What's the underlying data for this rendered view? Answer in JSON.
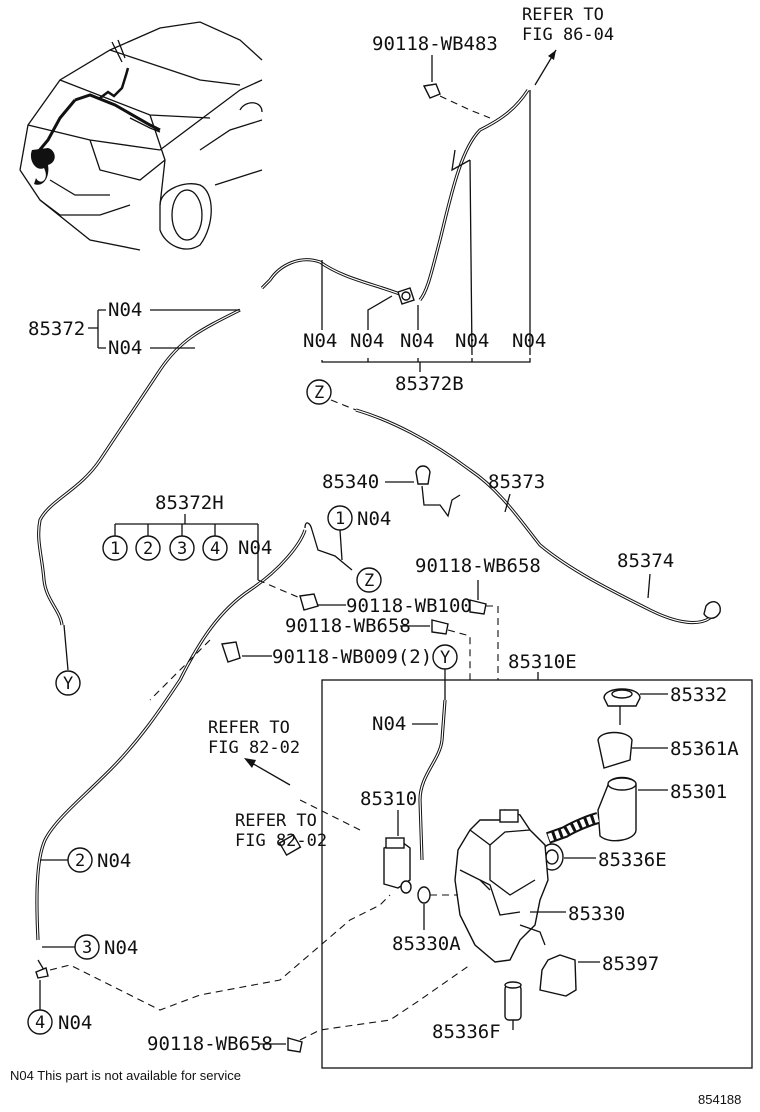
{
  "refs": {
    "fig86_line1": "REFER TO",
    "fig86_line2": "FIG 86-04",
    "fig82a_line1": "REFER TO",
    "fig82a_line2": "FIG 82-02",
    "fig82b_line1": "REFER TO",
    "fig82b_line2": "FIG 82-02"
  },
  "labels": {
    "p90118_wb483": "90118-WB483",
    "p85372": "85372",
    "n04_a": "N04",
    "n04_b": "N04",
    "n04_c1": "N04",
    "n04_c2": "N04",
    "n04_c3": "N04",
    "n04_c4": "N04",
    "n04_c5": "N04",
    "p85372b": "85372B",
    "p85340": "85340",
    "p85373": "85373",
    "p85372h": "85372H",
    "n04_h": "N04",
    "n04_1": "N04",
    "p90118_wb658_a": "90118-WB658",
    "p85374": "85374",
    "p90118_wb100": "90118-WB100",
    "p90118_wb658_b": "90118-WB658",
    "p90118_wb009": "90118-WB009(2)",
    "p85310e": "85310E",
    "n04_y": "N04",
    "p85332": "85332",
    "p85361a": "85361A",
    "p85301": "85301",
    "p85310": "85310",
    "p85336e": "85336E",
    "p85330": "85330",
    "n04_2": "N04",
    "p85330a": "85330A",
    "n04_3": "N04",
    "p85397": "85397",
    "n04_4": "N04",
    "p90118_wb658_c": "90118-WB658",
    "p85336f": "85336F"
  },
  "callouts": {
    "z_top": "Z",
    "z_mid": "Z",
    "y_left": "Y",
    "y_mid": "Y",
    "c1": "1",
    "c2": "2",
    "c3": "3",
    "c4": "4",
    "c1b": "1",
    "c2b": "2",
    "c3b": "3",
    "c4b": "4"
  },
  "footer": {
    "note": "N04 This part is not available for service",
    "diagram_id": "854188"
  }
}
